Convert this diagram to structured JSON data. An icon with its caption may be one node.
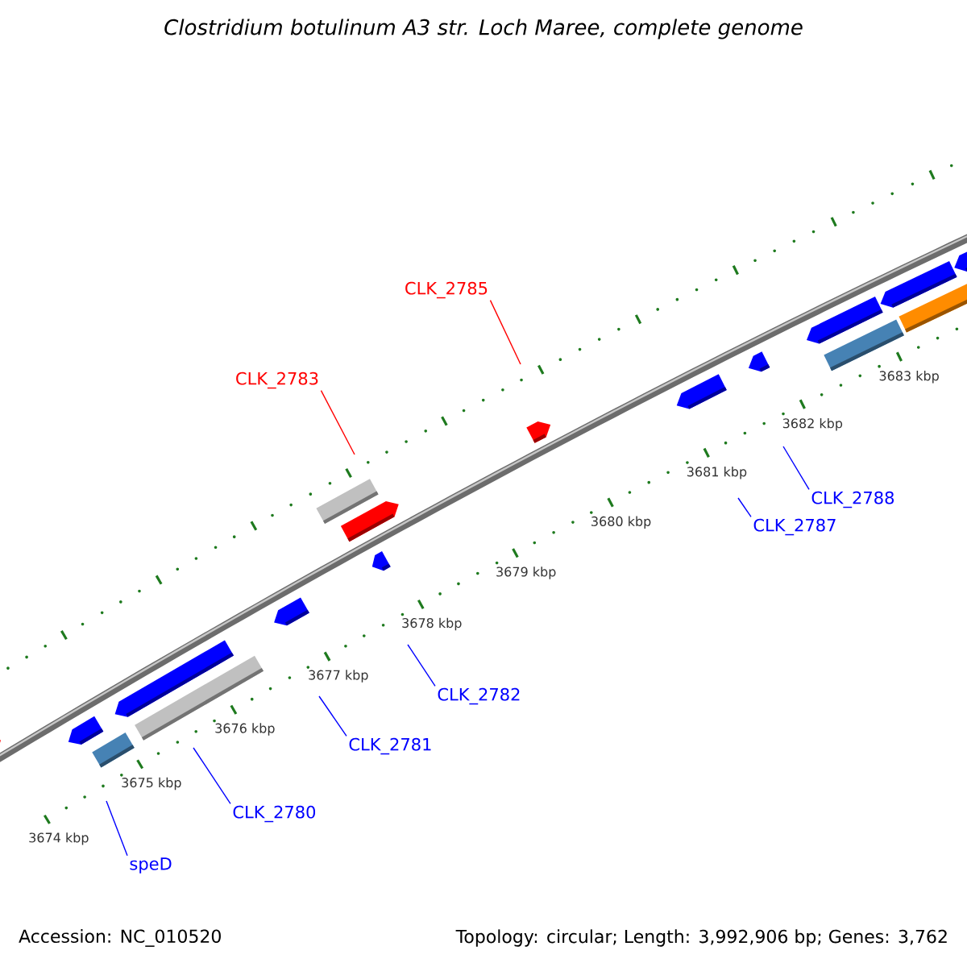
{
  "diagram": {
    "title": "Clostridium botulinum A3 str. Loch Maree, complete genome",
    "nodes": [
      {
        "text": [
          "CLK_2785"
        ]
      },
      {
        "text": [
          "CLK_2783"
        ]
      },
      {
        "text": [
          "CLK_2788"
        ]
      },
      {
        "text": [
          "CLK_2787"
        ]
      },
      {
        "text": [
          "CLK_2782"
        ]
      },
      {
        "text": [
          "CLK_2781"
        ]
      },
      {
        "text": [
          "CLK_2780"
        ]
      },
      {
        "text": [
          "speD"
        ]
      }
    ],
    "edges": [
      {
        "from": 0,
        "to": null,
        "arrow": "none",
        "color": "#ff0000"
      },
      {
        "from": 1,
        "to": null,
        "arrow": "none",
        "color": "#ff0000"
      },
      {
        "from": 2,
        "to": null,
        "arrow": "none"
      },
      {
        "from": 3,
        "to": null,
        "arrow": "none"
      },
      {
        "from": 4,
        "to": null,
        "arrow": "none"
      },
      {
        "from": 5,
        "to": null,
        "arrow": "none"
      },
      {
        "from": 6,
        "to": null,
        "arrow": "none"
      },
      {
        "from": 7,
        "to": null,
        "arrow": "none"
      }
    ],
    "labels": [
      "3674 kbp",
      "3675 kbp",
      "3676 kbp",
      "3677 kbp",
      "3678 kbp",
      "3679 kbp",
      "3680 kbp",
      "3681 kbp",
      "3682 kbp",
      "3683 kbp",
      "Accession: NC_010520",
      "Topology: circular; Length: 3,992,906 bp; Genes: 3,762"
    ]
  }
}
